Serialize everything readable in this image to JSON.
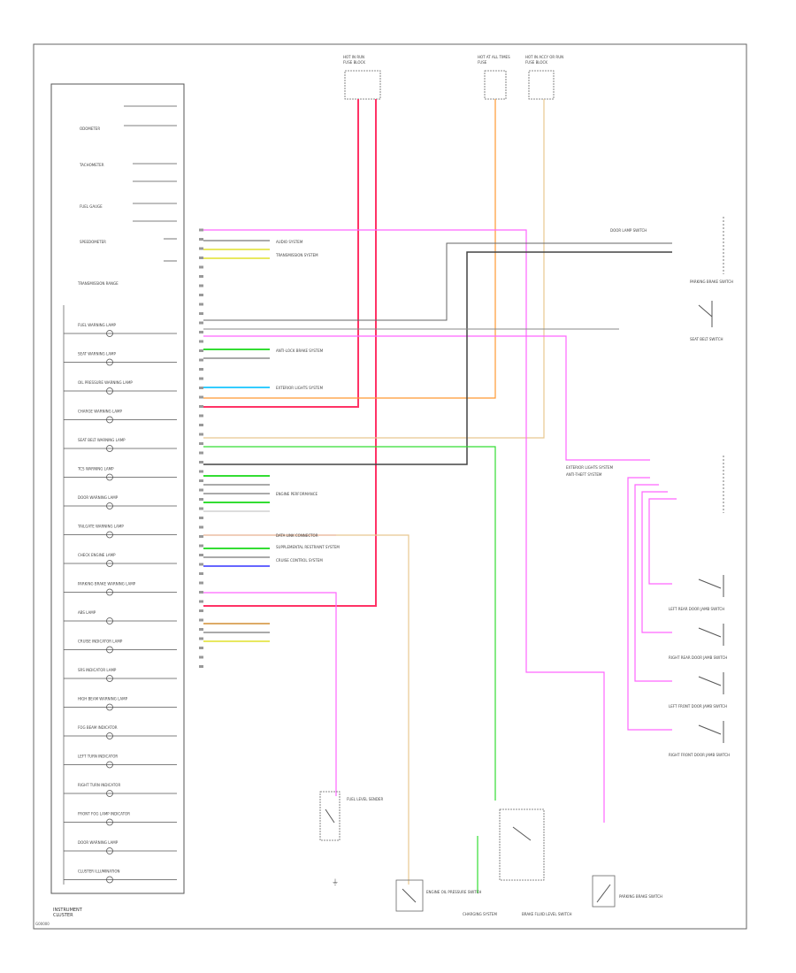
{
  "diagram": {
    "footer_label": "G00000",
    "cluster": {
      "label_line1": "INSTRUMENT",
      "label_line2": "CLUSTER",
      "gauges": [
        {
          "label": "ODOMETER"
        },
        {
          "label": "TACHOMETER"
        },
        {
          "label": "FUEL GAUGE"
        },
        {
          "label": "SPEEDOMETER"
        },
        {
          "label": "TRANSMISSION RANGE"
        }
      ],
      "lamps": [
        {
          "label": "FUEL WARNING LAMP"
        },
        {
          "label": "SEAT WARNING LAMP"
        },
        {
          "label": "OIL PRESSURE WARNING LAMP"
        },
        {
          "label": "CHARGE WARNING LAMP"
        },
        {
          "label": "SEAT BELT WARNING LAMP"
        },
        {
          "label": "TCS WARNING LAMP"
        },
        {
          "label": "DOOR WARNING LAMP"
        },
        {
          "label": "TAILGATE WARNING LAMP"
        },
        {
          "label": "CHECK ENGINE LAMP"
        },
        {
          "label": "PARKING BRAKE WARNING LAMP"
        },
        {
          "label": "ABS LAMP"
        },
        {
          "label": "CRUISE INDICATOR LAMP"
        },
        {
          "label": "SRS INDICATOR LAMP"
        },
        {
          "label": "HIGH BEAM WARNING LAMP"
        },
        {
          "label": "FOG BEAM INDICATOR"
        },
        {
          "label": "LEFT TURN INDICATOR"
        },
        {
          "label": "RIGHT TURN INDICATOR"
        },
        {
          "label": "FRONT FOG LAMP INDICATOR"
        },
        {
          "label": "DOOR WARNING LAMP"
        },
        {
          "label": "CLUSTER ILLUMINATION"
        }
      ]
    },
    "top_components": [
      {
        "label": "HOT IN RUN",
        "sub": "FUSE BLOCK"
      },
      {
        "label": "HOT AT ALL TIMES",
        "sub": "FUSE"
      },
      {
        "label": "HOT IN ACCY OR RUN",
        "sub": "FUSE BLOCK"
      }
    ],
    "right_labels": [
      {
        "label": "DOOR LAMP SWITCH"
      },
      {
        "label": "SEAT BELT SWITCH"
      },
      {
        "label": "PARKING BRAKE SWITCH"
      },
      {
        "label": "EXTERIOR LIGHTS SYSTEM"
      },
      {
        "label": "ANTI-THEFT SYSTEM"
      },
      {
        "label": "LEFT REAR DOOR JAMB SWITCH"
      },
      {
        "label": "RIGHT REAR DOOR JAMB SWITCH"
      },
      {
        "label": "LEFT FRONT DOOR JAMB SWITCH"
      },
      {
        "label": "RIGHT FRONT DOOR JAMB SWITCH"
      }
    ],
    "bottom_components": [
      {
        "label": "FUEL LEVEL SENDER"
      },
      {
        "label": "ENGINE OIL PRESSURE SWITCH"
      },
      {
        "label": "CHARGING SYSTEM"
      },
      {
        "label": "BRAKE FLUID LEVEL SWITCH"
      },
      {
        "label": "PARKING BRAKE SWITCH"
      }
    ],
    "connector_labels": [
      {
        "label": "AUDIO SYSTEM"
      },
      {
        "label": "ANTI-LOCK BRAKE SYSTEM"
      },
      {
        "label": "CRUISE CONTROL SYSTEM"
      },
      {
        "label": "ENGINE PERFORMANCE"
      },
      {
        "label": "DATA LINK CONNECTOR"
      },
      {
        "label": "TRANSMISSION SYSTEM"
      },
      {
        "label": "SUPPLEMENTAL RESTRAINT SYSTEM"
      },
      {
        "label": "EXTERIOR LIGHTS SYSTEM"
      }
    ],
    "wire_colors": {
      "pink": "#ff66ff",
      "red": "#ff3366",
      "orange": "#ff9933",
      "tan": "#e8c890",
      "green": "#33dd33",
      "cyan": "#33ccff",
      "yellow": "#e8e860",
      "gray": "#888888",
      "dark": "#333333",
      "blue": "#6666ff"
    }
  }
}
